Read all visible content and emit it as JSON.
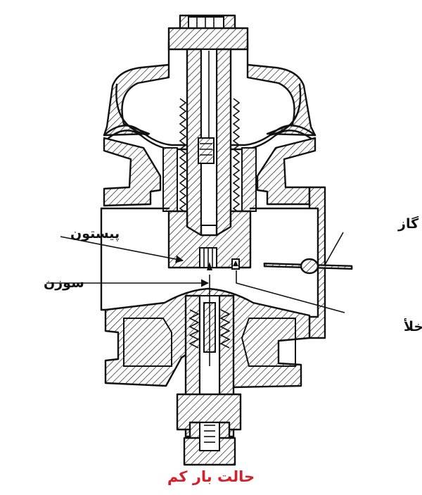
{
  "labels": {
    "throttle_valve": "دریچه گاز",
    "piston": "پیستون",
    "needle": "سوزن",
    "vacuum_passage": "مجرای خلأ",
    "caption": "حالت بار کم"
  },
  "colors": {
    "line": "#111111",
    "caption": "#d4202a",
    "background": "#ffffff"
  }
}
